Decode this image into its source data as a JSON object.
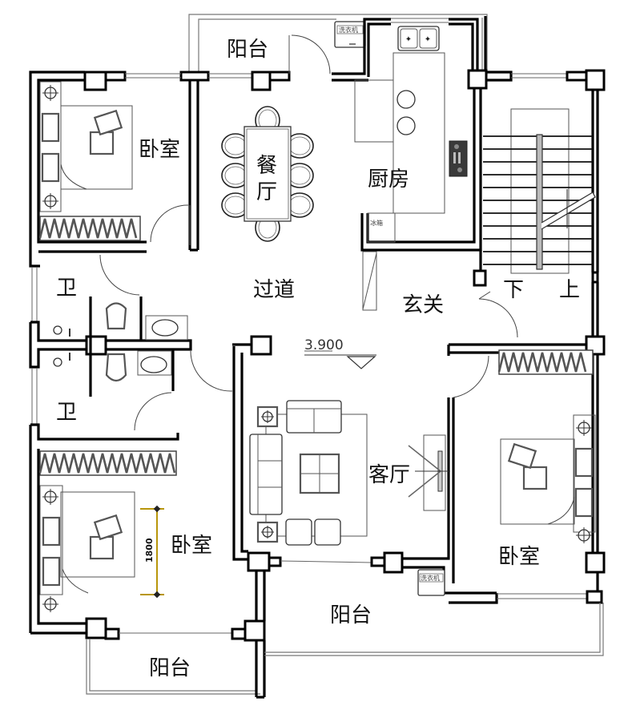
{
  "plan": {
    "elevation_mark": "3.900",
    "rooms": {
      "balcony_north": "阳台",
      "bedroom_nw": "卧室",
      "dining": "餐",
      "dining2": "厅",
      "kitchen": "厨房",
      "corridor": "过道",
      "entrance": "玄关",
      "bath_upper": "卫",
      "bath_lower": "卫",
      "living": "客厅",
      "bedroom_sw": "卧室",
      "bedroom_se": "卧室",
      "balcony_sw": "阳台",
      "balcony_south": "阳台"
    },
    "stairs": {
      "down_label": "下",
      "up_label": "上"
    },
    "fixtures": {
      "washer_north": "洗衣机",
      "washer_south": "洗衣机",
      "fridge": "冰箱"
    },
    "dimension": {
      "bed_width": "1800",
      "color": "#b8960b"
    }
  }
}
